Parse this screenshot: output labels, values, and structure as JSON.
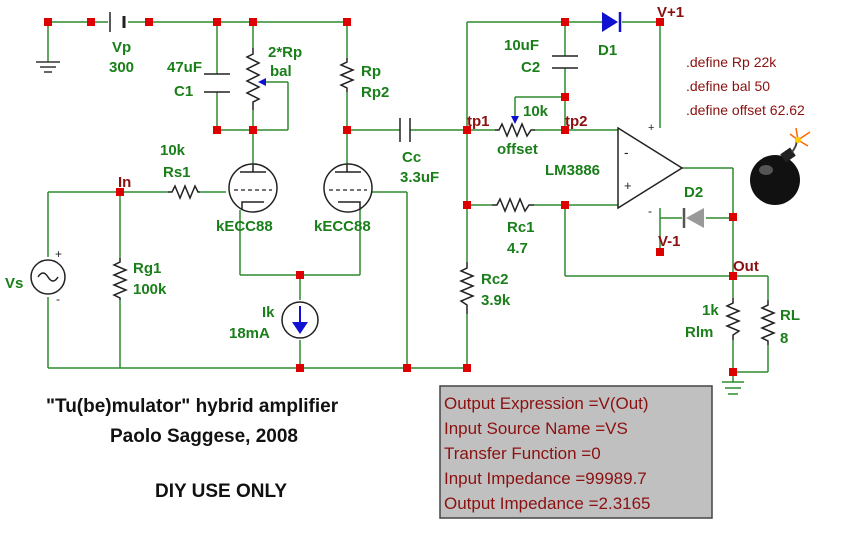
{
  "title_line1": "\"Tu(be)mulator\" hybrid amplifier",
  "title_line2": "Paolo Saggese, 2008",
  "note": "DIY USE ONLY",
  "labels": {
    "vp_name": "Vp",
    "vp_value": "300",
    "c1_value": "47uF",
    "c1_name": "C1",
    "bal_value": "2*Rp",
    "bal_name": "bal",
    "rp_name": "Rp",
    "rp2_name": "Rp2",
    "cc_name": "Cc",
    "cc_value": "3.3uF",
    "c2_value": "10uF",
    "c2_name": "C2",
    "d1_name": "D1",
    "d2_name": "D2",
    "vplus": "V+1",
    "vminus": "V-1",
    "tp1": "tp1",
    "tp2": "tp2",
    "offset_value": "10k",
    "offset_name": "offset",
    "opamp_name": "LM3886",
    "rs1_value": "10k",
    "rs1_name": "Rs1",
    "in": "In",
    "tube1": "kECC88",
    "tube2": "kECC88",
    "rc1_name": "Rc1",
    "rc1_value": "4.7",
    "rc2_name": "Rc2",
    "rc2_value": "3.9k",
    "vs_name": "Vs",
    "rg1_name": "Rg1",
    "rg1_value": "100k",
    "ik_name": "Ik",
    "ik_value": "18mA",
    "out": "Out",
    "rlm_value": "1k",
    "rlm_name": "Rlm",
    "rl_name": "RL",
    "rl_value": "8"
  },
  "defines": [
    ".define Rp 22k",
    ".define bal 50",
    ".define offset 62.62"
  ],
  "results": [
    "Output Expression =V(Out)",
    "Input Source Name =VS",
    "Transfer Function =0",
    "Input Impedance =99989.7",
    "Output Impedance =2.3165"
  ],
  "colors": {
    "wire": "#2e8b2e",
    "label_green": "#1a7f1a",
    "label_maroon": "#8b1010",
    "node": "#dd0000",
    "diode_blue": "#1010d0",
    "result_box": "#c0c0c0"
  }
}
